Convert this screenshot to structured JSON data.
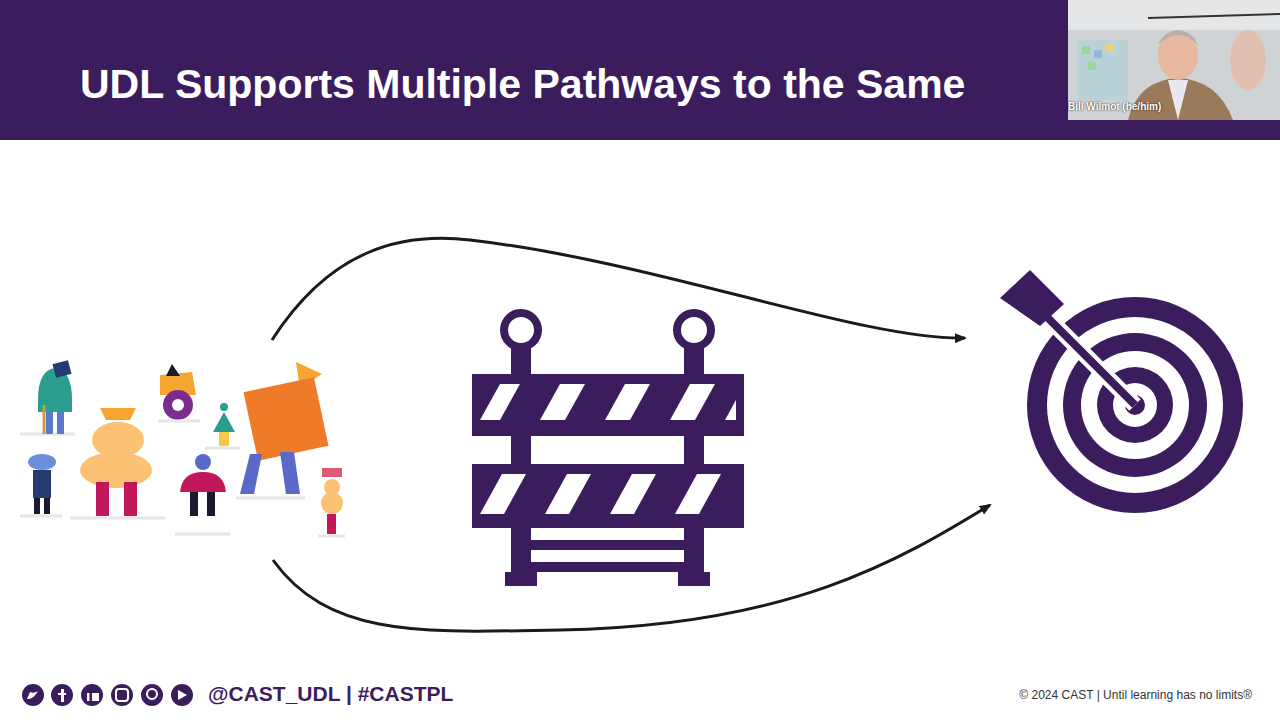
{
  "diagram": {
    "title": "UDL Supports Multiple Pathways to the Same",
    "labels": [
      "Bill Wilmot (he/him)",
      "@CAST_UDL | #CASTPL",
      "© 2024 CAST | Until learning has no limits®"
    ]
  }
}
